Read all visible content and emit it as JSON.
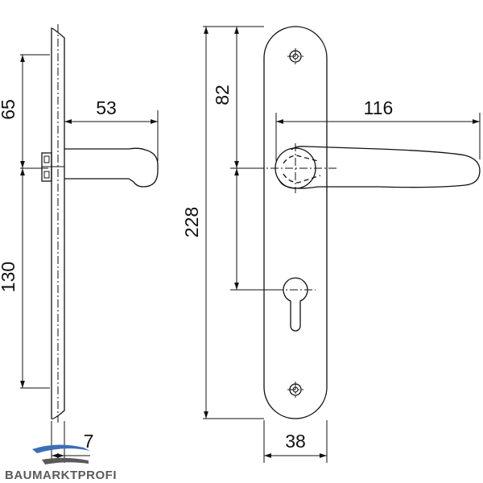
{
  "dimensions": {
    "side_upper": "65",
    "side_lower": "130",
    "handle_projection": "53",
    "plate_thickness": "7",
    "total_height": "228",
    "handle_to_key": "82",
    "handle_length": "116",
    "plate_width": "38"
  },
  "logo": {
    "text": "BAUMARKTPROFI",
    "colors": {
      "blue": "#3a6fb5",
      "gray": "#5a5a5a"
    }
  }
}
